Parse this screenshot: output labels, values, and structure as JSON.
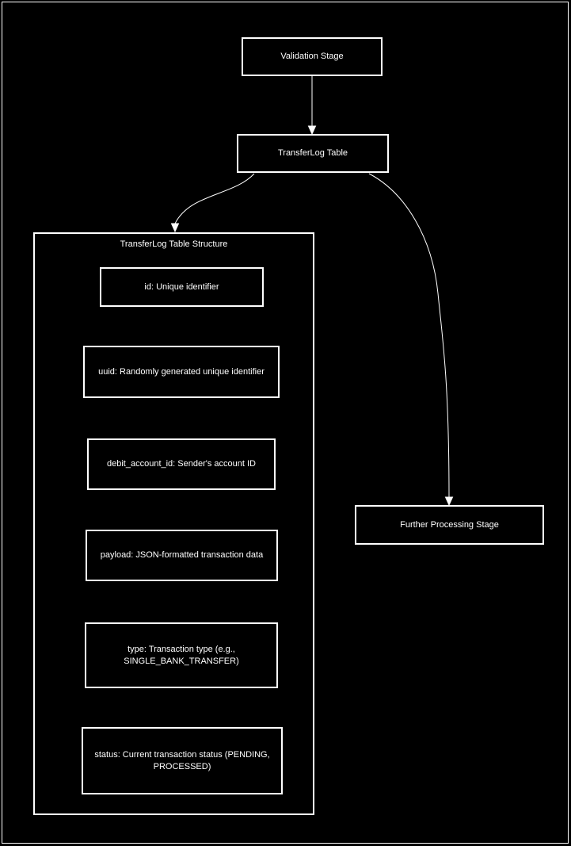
{
  "colors": {
    "background": "#000000",
    "node_fill": "#000000",
    "node_border": "#ffffff",
    "text": "#ffffff",
    "edge": "#ffffff"
  },
  "nodes": {
    "validation": {
      "label": "Validation Stage"
    },
    "transferlog": {
      "label": "TransferLog Table"
    },
    "further": {
      "label": "Further Processing Stage"
    }
  },
  "structure": {
    "title": "TransferLog Table Structure",
    "fields": [
      {
        "label": "id: Unique identifier"
      },
      {
        "label": "uuid: Randomly generated unique identifier"
      },
      {
        "label": "debit_account_id: Sender's account ID"
      },
      {
        "label": "payload: JSON-formatted transaction data"
      },
      {
        "label": "type: Transaction type (e.g.,\nSINGLE_BANK_TRANSFER)"
      },
      {
        "label": "status: Current transaction status (PENDING,\nPROCESSED)"
      }
    ]
  }
}
